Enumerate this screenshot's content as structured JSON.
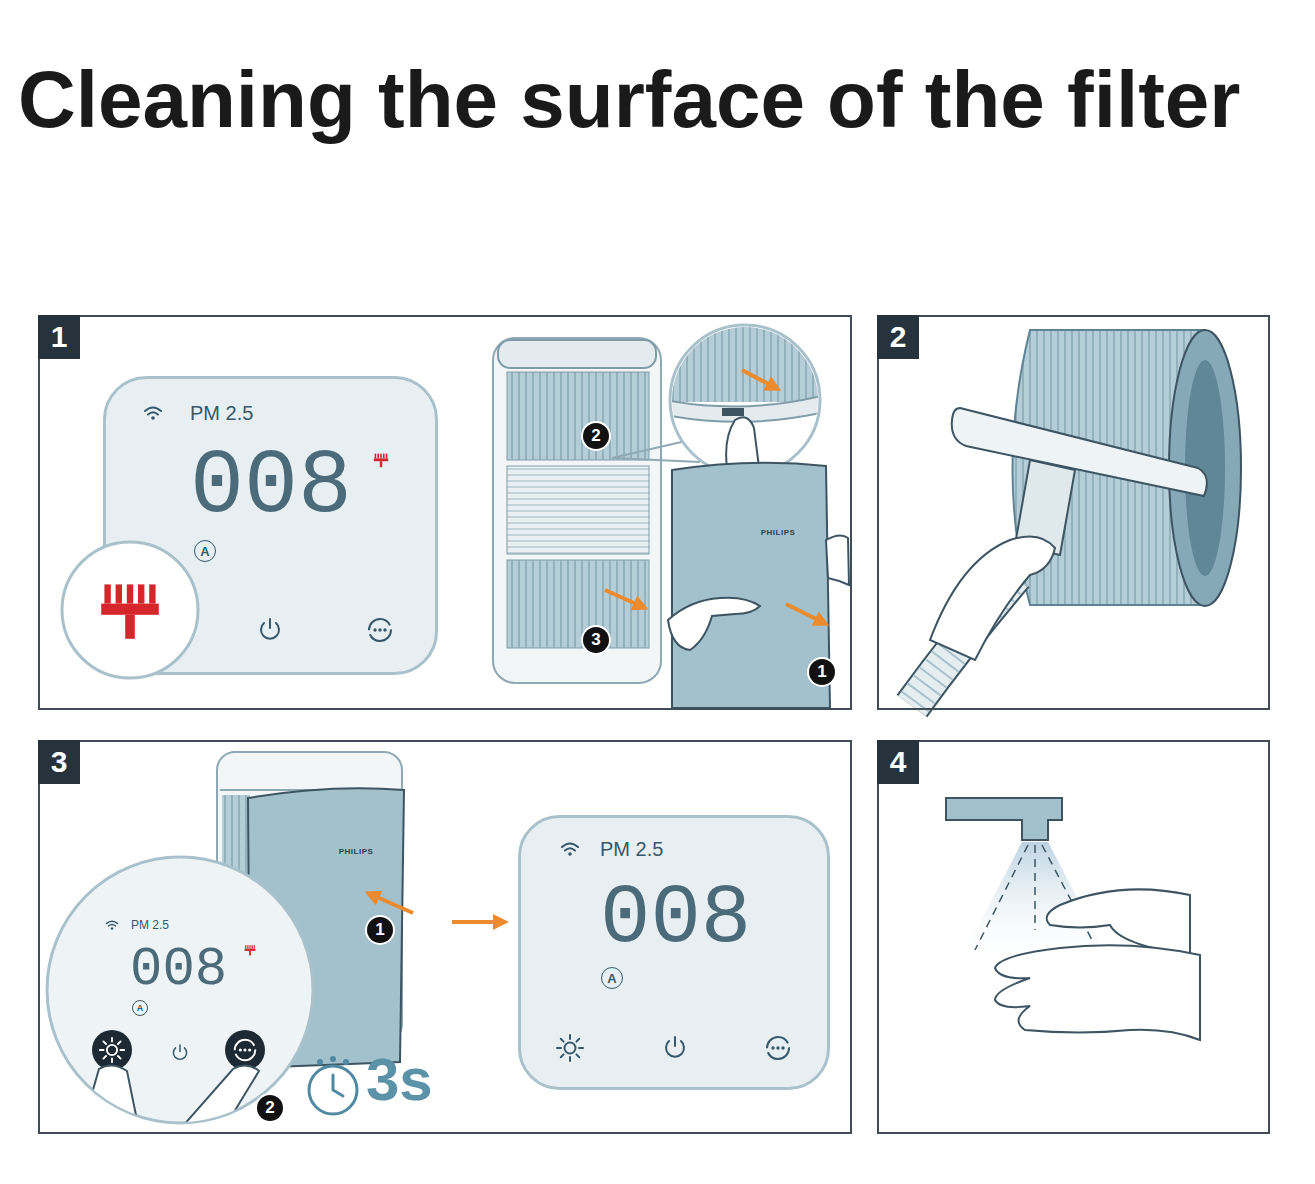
{
  "diagram": {
    "title": "Cleaning the surface of the filter",
    "nodes": [
      {
        "text": [
          "1"
        ]
      },
      {
        "text": [
          "PM 2.5",
          "008",
          "A"
        ],
        "in": 0
      },
      {
        "text": [
          "2"
        ]
      },
      {
        "text": [
          "3"
        ]
      },
      {
        "text": [
          "PM 2.5",
          "008",
          "A"
        ],
        "in": 3
      },
      {
        "text": [
          "PM 2.5",
          "008",
          "A"
        ],
        "in": 3
      },
      {
        "text": [
          "4"
        ]
      }
    ],
    "labels": [
      "2",
      "3",
      "1",
      "PHILIPS",
      "PHILIPS",
      "1",
      "2",
      "3s"
    ]
  }
}
